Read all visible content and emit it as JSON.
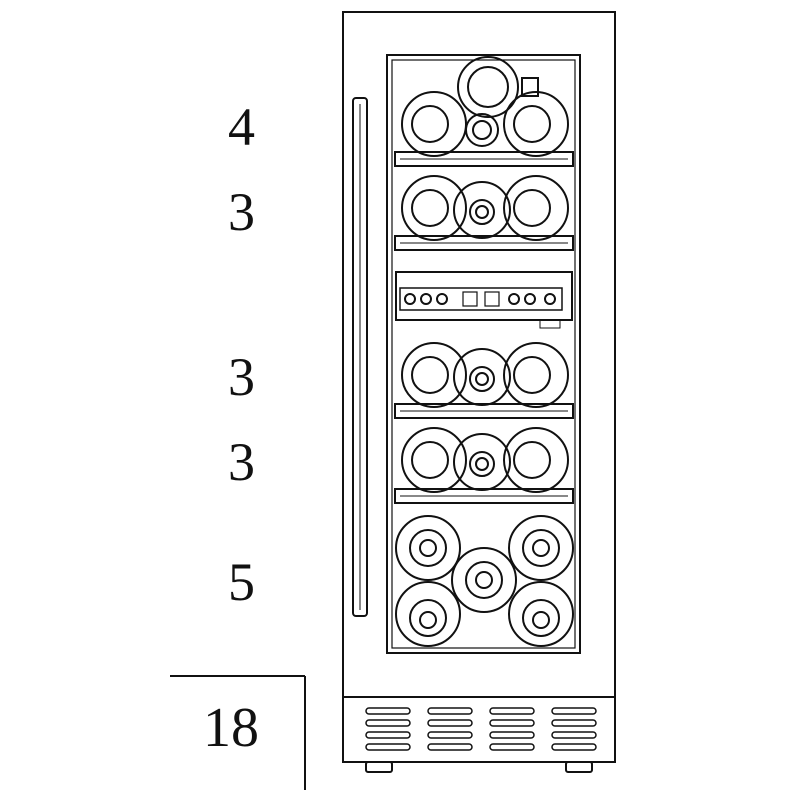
{
  "shelf_counts": [
    {
      "label": "4"
    },
    {
      "label": "3"
    },
    {
      "label": "3"
    },
    {
      "label": "3"
    },
    {
      "label": "5"
    }
  ],
  "total": {
    "label": "18"
  },
  "colors": {
    "line": "#111111",
    "background": "#ffffff"
  }
}
